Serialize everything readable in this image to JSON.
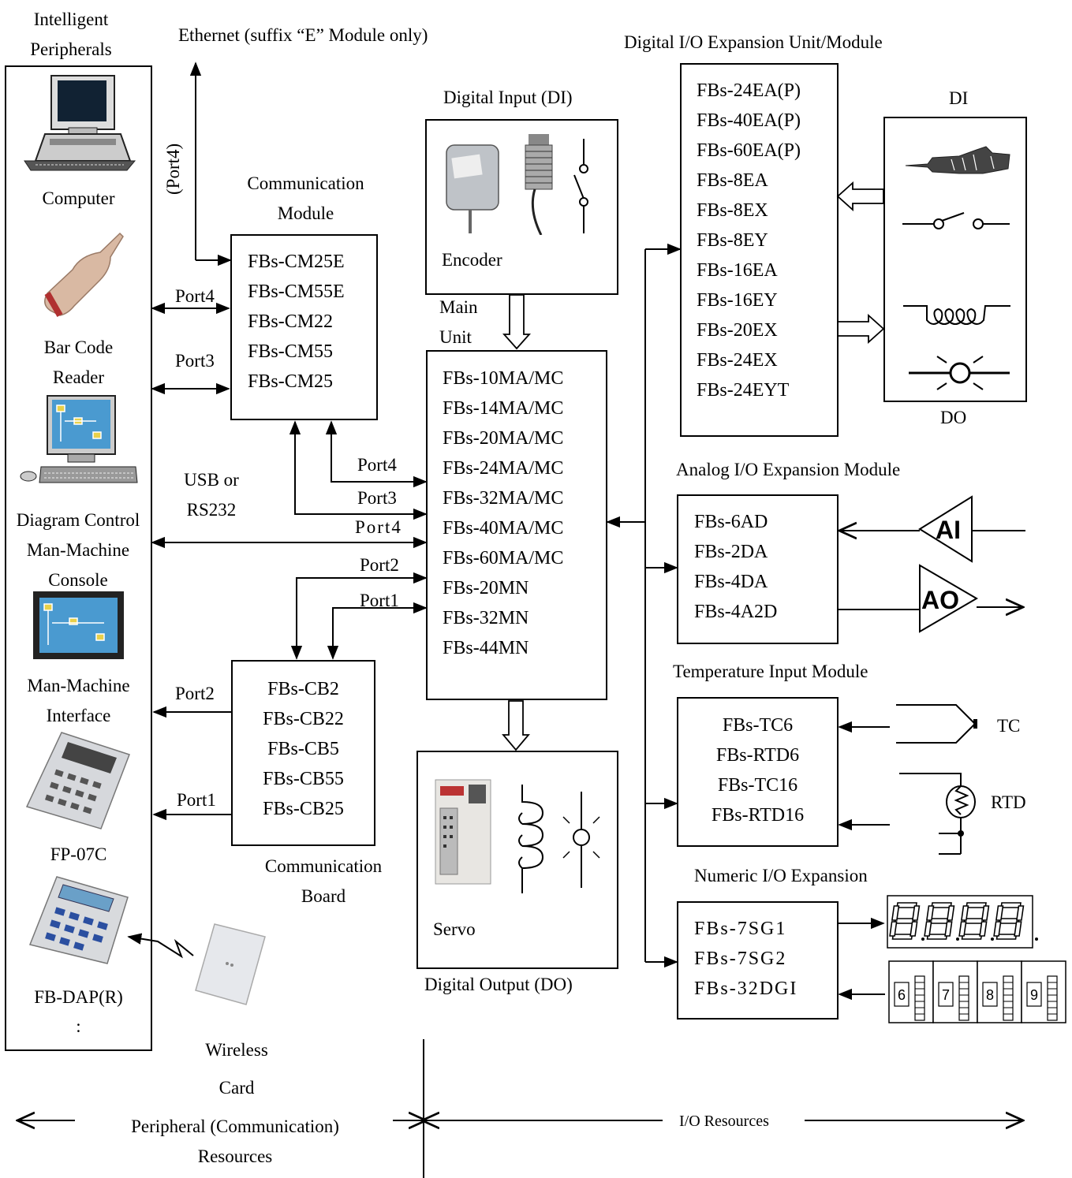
{
  "labels": {
    "intelligent_peripherals": [
      "Intelligent",
      "Peripherals"
    ],
    "ethernet": "Ethernet (suffix “E” Module only)",
    "port4_vertical": "(Port4)",
    "communication_module": [
      "Communication",
      "Module"
    ],
    "digital_input": "Digital Input (DI)",
    "digital_io_expansion": "Digital I/O Expansion Unit/Module",
    "di": "DI",
    "do": "DO",
    "encoder": "Encoder",
    "main_unit": [
      "Main",
      "Unit"
    ],
    "computer": "Computer",
    "bar_code_reader": [
      "Bar Code",
      "Reader"
    ],
    "usb_rs232": [
      "USB or",
      "RS232"
    ],
    "diagram_console": [
      "Diagram Control",
      "Man-Machine",
      "Console"
    ],
    "mmi": [
      "Man-Machine",
      "Interface"
    ],
    "fp07c": "FP-07C",
    "fbdap": "FB-DAP(R)",
    "colon": ":",
    "wireless_card": [
      "Wireless",
      "Card"
    ],
    "communication_board": [
      "Communication",
      "Board"
    ],
    "servo": "Servo",
    "digital_output": "Digital Output (DO)",
    "analog_io": "Analog I/O Expansion Module",
    "temperature": "Temperature Input Module",
    "numeric_io": "Numeric I/O Expansion",
    "tc": "TC",
    "rtd": "RTD",
    "ai": "AI",
    "ao": "AO",
    "peripheral_resources": [
      "Peripheral (Communication)",
      "Resources"
    ],
    "io_resources": "I/O Resources",
    "digits": [
      "6",
      "7",
      "8",
      "9"
    ]
  },
  "ports": {
    "cm_port4": "Port4",
    "cm_port3": "Port3",
    "main_port4_a": "Port4",
    "main_port3": "Port3",
    "main_port4_b": "Port4",
    "main_port2": "Port2",
    "main_port1": "Port1",
    "cb_port2": "Port2",
    "cb_port1": "Port1"
  },
  "comm_modules": [
    "FBs-CM25E",
    "FBs-CM55E",
    "FBs-CM22",
    "FBs-CM55",
    "FBs-CM25"
  ],
  "main_units": [
    "FBs-10MA/MC",
    "FBs-14MA/MC",
    "FBs-20MA/MC",
    "FBs-24MA/MC",
    "FBs-32MA/MC",
    "FBs-40MA/MC",
    "FBs-60MA/MC",
    "FBs-20MN",
    "FBs-32MN",
    "FBs-44MN"
  ],
  "comm_boards": [
    "FBs-CB2",
    "FBs-CB22",
    "FBs-CB5",
    "FBs-CB55",
    "FBs-CB25"
  ],
  "digital_io_modules": [
    "FBs-24EA(P)",
    "FBs-40EA(P)",
    "FBs-60EA(P)",
    "FBs-8EA",
    "FBs-8EX",
    "FBs-8EY",
    "FBs-16EA",
    "FBs-16EY",
    "FBs-20EX",
    "FBs-24EX",
    "FBs-24EYT"
  ],
  "analog_modules": [
    "FBs-6AD",
    "FBs-2DA",
    "FBs-4DA",
    "FBs-4A2D"
  ],
  "temp_modules": [
    "FBs-TC6",
    "FBs-RTD6",
    "FBs-TC16",
    "FBs-RTD16"
  ],
  "numeric_modules": [
    "FBs-7SG1",
    "FBs-7SG2",
    "FBs-32DGI"
  ]
}
